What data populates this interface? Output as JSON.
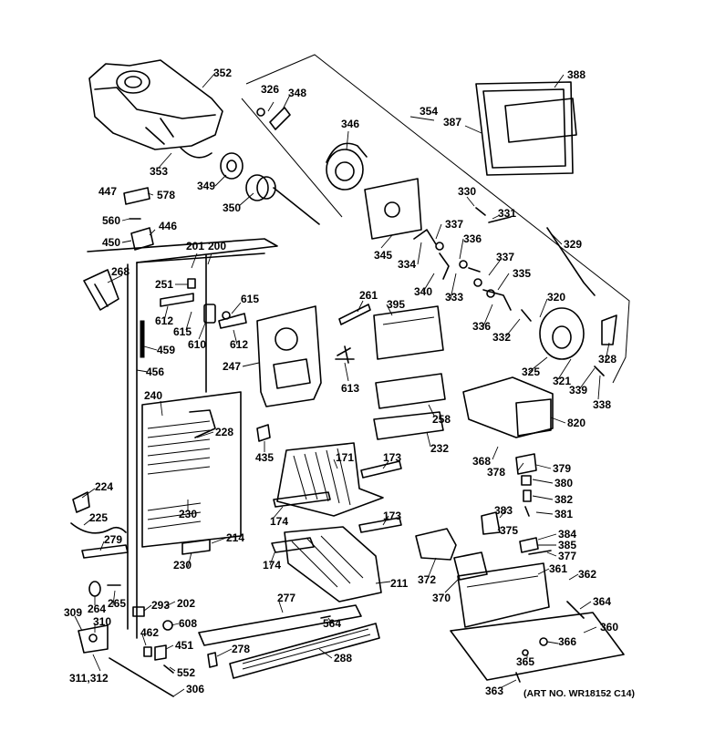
{
  "diagram": {
    "art_number": "(ART NO. WR18152 C14)",
    "callouts": [
      "352",
      "326",
      "348",
      "346",
      "354",
      "388",
      "387",
      "353",
      "349",
      "350",
      "447",
      "578",
      "560",
      "446",
      "450",
      "201",
      "200",
      "345",
      "330",
      "331",
      "329",
      "337",
      "336",
      "334",
      "340",
      "333",
      "335",
      "337b",
      "336b",
      "320",
      "332",
      "268",
      "251",
      "612",
      "615",
      "615b",
      "610",
      "612b",
      "261",
      "395",
      "459",
      "456",
      "247",
      "613",
      "325",
      "321",
      "328",
      "339",
      "338",
      "240",
      "228",
      "435",
      "171",
      "173",
      "258",
      "232",
      "820",
      "368",
      "378",
      "379",
      "380",
      "382",
      "381",
      "383",
      "375",
      "384",
      "385",
      "377",
      "224",
      "225",
      "279",
      "230",
      "230b",
      "214",
      "174",
      "174b",
      "173b",
      "211",
      "372",
      "361",
      "362",
      "370",
      "364",
      "264",
      "265",
      "293",
      "202",
      "277",
      "309",
      "310",
      "462",
      "608",
      "564",
      "360",
      "451",
      "552",
      "278",
      "288",
      "366",
      "365",
      "311_312",
      "306",
      "363"
    ],
    "labels": {
      "352": "352",
      "326": "326",
      "348": "348",
      "346": "346",
      "354": "354",
      "388": "388",
      "387": "387",
      "353": "353",
      "349": "349",
      "350": "350",
      "447": "447",
      "578": "578",
      "560": "560",
      "446": "446",
      "450": "450",
      "201": "201",
      "200": "200",
      "345": "345",
      "330": "330",
      "331": "331",
      "329": "329",
      "337": "337",
      "336": "336",
      "334": "334",
      "340": "340",
      "333": "333",
      "335": "335",
      "337b": "337",
      "336b": "336",
      "320": "320",
      "332": "332",
      "268": "268",
      "251": "251",
      "612": "612",
      "615": "615",
      "615b": "615",
      "610": "610",
      "612b": "612",
      "261": "261",
      "395": "395",
      "459": "459",
      "456": "456",
      "247": "247",
      "613": "613",
      "325": "325",
      "321": "321",
      "328": "328",
      "339": "339",
      "338": "338",
      "240": "240",
      "228": "228",
      "435": "435",
      "171": "171",
      "173": "173",
      "258": "258",
      "232": "232",
      "820": "820",
      "368": "368",
      "378": "378",
      "379": "379",
      "380": "380",
      "382": "382",
      "381": "381",
      "383": "383",
      "375": "375",
      "384": "384",
      "385": "385",
      "377": "377",
      "224": "224",
      "225": "225",
      "279": "279",
      "230": "230",
      "230b": "230",
      "214": "214",
      "174": "174",
      "174b": "174",
      "173b": "173",
      "211": "211",
      "372": "372",
      "361": "361",
      "362": "362",
      "370": "370",
      "364": "364",
      "264": "264",
      "265": "265",
      "293": "293",
      "202": "202",
      "277": "277",
      "309": "309",
      "310": "310",
      "462": "462",
      "608": "608",
      "564": "564",
      "360": "360",
      "451": "451",
      "552": "552",
      "278": "278",
      "288": "288",
      "366": "366",
      "365": "365",
      "311_312": "311,312",
      "306": "306",
      "363": "363"
    }
  }
}
